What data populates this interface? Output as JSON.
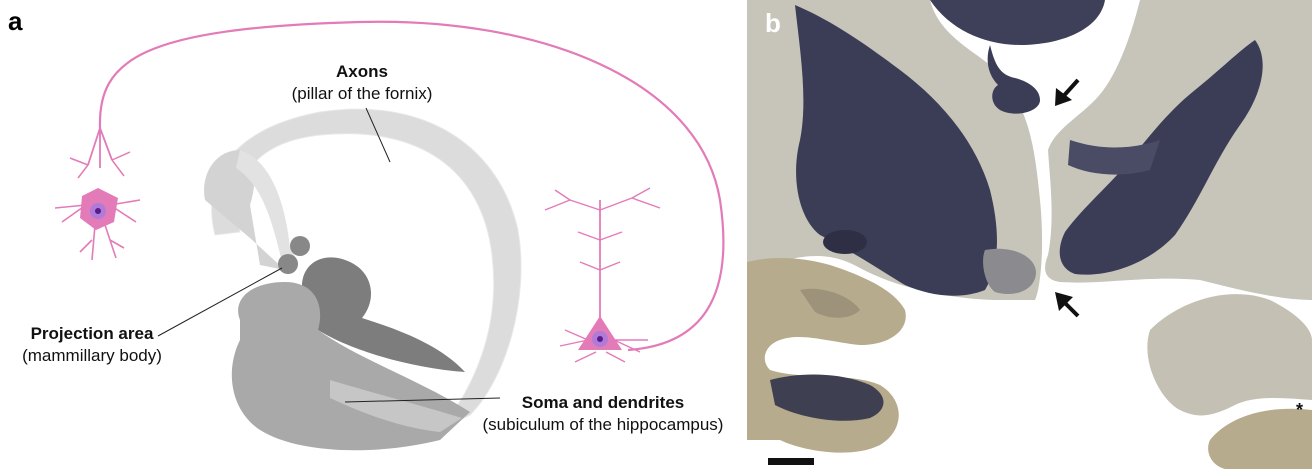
{
  "panel_a": {
    "letter": "a",
    "labels": {
      "axons_title": "Axons",
      "axons_sub": "(pillar of the fornix)",
      "projection_title": "Projection area",
      "projection_sub": "(mammillary body)",
      "soma_title": "Soma and dendrites",
      "soma_sub": "(subiculum of the hippocampus)"
    },
    "colors": {
      "neuron": "#e27bb8",
      "neuron_nucleus": "#8a3fc0",
      "fornix_light": "#d9d9d9",
      "structure_dark": "#7a7a7a",
      "structure_mid": "#a9a9a9"
    }
  },
  "panel_b": {
    "letter": "b",
    "asterisk": "*",
    "colors": {
      "tissue_light": "#c9c6bd",
      "tissue_tan": "#b7ab8e",
      "tissue_dark": "#3b3c54"
    }
  }
}
